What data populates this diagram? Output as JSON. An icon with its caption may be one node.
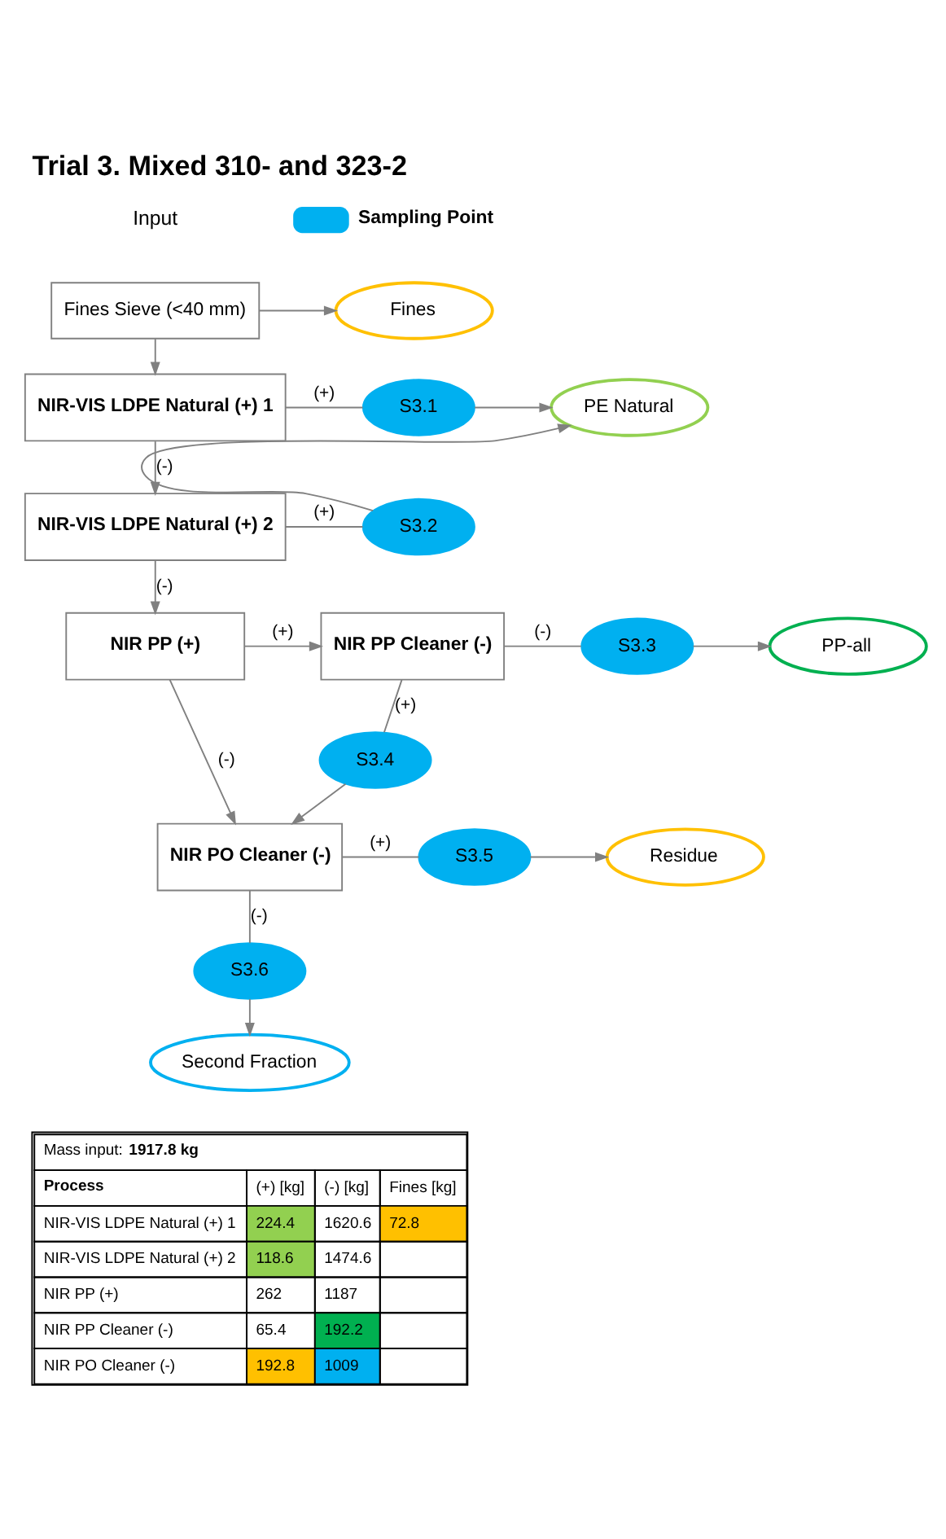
{
  "diagram": {
    "title": "Trial 3. Mixed 310- and 323-2",
    "nodes": [
      {
        "text": [
          "Fines Sieve (<40 mm)"
        ]
      },
      {
        "text": [
          "Fines"
        ]
      },
      {
        "text": [
          "NIR-VIS LDPE Natural (+) 1"
        ]
      },
      {
        "text": [
          "S3.1"
        ]
      },
      {
        "text": [
          "PE Natural"
        ]
      },
      {
        "text": [
          "NIR-VIS LDPE Natural (+) 2"
        ]
      },
      {
        "text": [
          "S3.2"
        ]
      },
      {
        "text": [
          "NIR PP (+)"
        ]
      },
      {
        "text": [
          "NIR PP Cleaner (-)"
        ]
      },
      {
        "text": [
          "S3.3"
        ]
      },
      {
        "text": [
          "PP-all"
        ]
      },
      {
        "text": [
          "S3.4"
        ]
      },
      {
        "text": [
          "NIR PO Cleaner (-)"
        ]
      },
      {
        "text": [
          "S3.5"
        ]
      },
      {
        "text": [
          "Residue"
        ]
      },
      {
        "text": [
          "S3.6"
        ]
      },
      {
        "text": [
          "Second Fraction"
        ]
      }
    ],
    "edges": [
      {
        "from": 0,
        "to": 1,
        "arrow": "to"
      },
      {
        "from": 0,
        "to": 2,
        "arrow": "to"
      },
      {
        "from": 2,
        "to": 3,
        "arrow": "none",
        "label": "(+)"
      },
      {
        "from": 3,
        "to": 4,
        "arrow": "to"
      },
      {
        "from": 2,
        "to": 5,
        "arrow": "to",
        "label": "(-)"
      },
      {
        "from": 5,
        "to": 6,
        "arrow": "none",
        "label": "(+)"
      },
      {
        "from": 6,
        "to": 4,
        "arrow": "to"
      },
      {
        "from": 5,
        "to": 7,
        "arrow": "to",
        "label": "(-)"
      },
      {
        "from": 7,
        "to": 8,
        "arrow": "to",
        "label": "(+)"
      },
      {
        "from": 8,
        "to": 9,
        "arrow": "none",
        "label": "(-)"
      },
      {
        "from": 9,
        "to": 10,
        "arrow": "to"
      },
      {
        "from": 8,
        "to": 11,
        "arrow": "none",
        "label": "(+)"
      },
      {
        "from": 11,
        "to": 12,
        "arrow": "to"
      },
      {
        "from": 7,
        "to": 12,
        "arrow": "to",
        "label": "(-)"
      },
      {
        "from": 12,
        "to": 13,
        "arrow": "none",
        "label": "(+)"
      },
      {
        "from": 13,
        "to": 14,
        "arrow": "to"
      },
      {
        "from": 12,
        "to": 15,
        "arrow": "none",
        "label": "(-)"
      },
      {
        "from": 15,
        "to": 16,
        "arrow": "to"
      }
    ],
    "labels": [
      "Input",
      "Mass input:",
      "1917.8 kg",
      "Process",
      "(+) [kg]",
      "(-) [kg]",
      "Fines [kg]",
      "NIR-VIS LDPE Natural (+) 1",
      "224.4",
      "1620.6",
      "72.8",
      "NIR-VIS LDPE Natural (+) 2",
      "118.6",
      "1474.6",
      "NIR PP (+)",
      "262",
      "1187",
      "NIR PP Cleaner (-)",
      "65.4",
      "192.2",
      "NIR PO Cleaner (-)",
      "192.8",
      "1009"
    ],
    "legend": [
      {
        "text": "Sampling Point",
        "color": "#00b0f0"
      }
    ]
  }
}
